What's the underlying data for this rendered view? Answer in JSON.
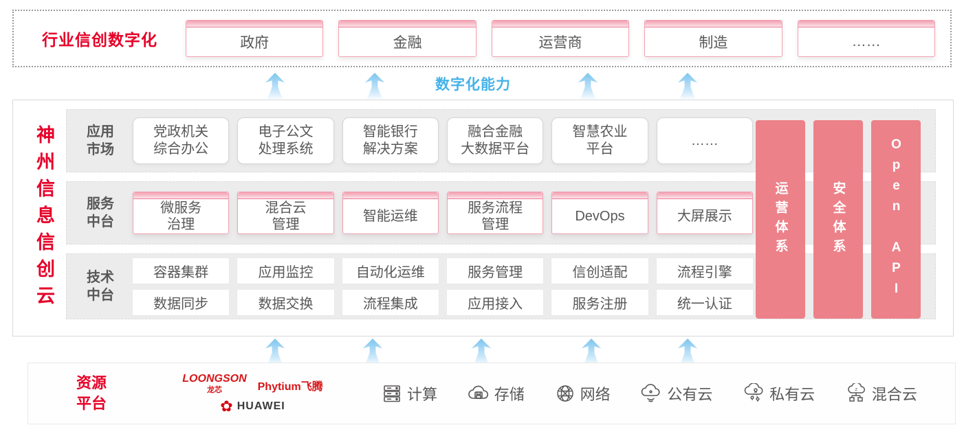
{
  "colors": {
    "brand_red": "#e60028",
    "pillar_pink": "#ec8189",
    "box_border_pink": "#f2a0b1",
    "capability_blue": "#45b2e8",
    "panel_gray": "#ececec",
    "text_dark": "#595757"
  },
  "top_band": {
    "label": "行业信创数字化",
    "items": [
      "政府",
      "金融",
      "运营商",
      "制造",
      "……"
    ]
  },
  "capability_caption": "数字化能力",
  "platform": {
    "vertical_title": "神州信息信创云",
    "rows": [
      {
        "label": "应用\n市场",
        "items": [
          "党政机关\n综合办公",
          "电子公文\n处理系统",
          "智能银行\n解决方案",
          "融合金融\n大数据平台",
          "智慧农业\n平台",
          "……"
        ]
      },
      {
        "label": "服务\n中台",
        "items": [
          "微服务\n治理",
          "混合云\n管理",
          "智能运维",
          "服务流程\n管理",
          "DevOps",
          "大屏展示"
        ]
      },
      {
        "label": "技术\n中台",
        "items_row1": [
          "容器集群",
          "应用监控",
          "自动化运维",
          "服务管理",
          "信创适配",
          "流程引擎"
        ],
        "items_row2": [
          "数据同步",
          "数据交换",
          "流程集成",
          "应用接入",
          "服务注册",
          "统一认证"
        ]
      }
    ],
    "pillars": [
      "运营体系",
      "安全体系",
      "Open API"
    ]
  },
  "resources": {
    "label": "资源\n平台",
    "vendors": {
      "loongson_en": "LOONGSON",
      "loongson_cn": "龙芯",
      "phytium": "Phytium飞腾",
      "huawei": "HUAWEI",
      "huawei_flower": "✿"
    },
    "items": [
      {
        "icon": "compute-server-icon",
        "label": "计算"
      },
      {
        "icon": "storage-cloud-icon",
        "label": "存储"
      },
      {
        "icon": "network-globe-icon",
        "label": "网络"
      },
      {
        "icon": "public-cloud-icon",
        "label": "公有云"
      },
      {
        "icon": "private-cloud-icon",
        "label": "私有云"
      },
      {
        "icon": "hybrid-cloud-icon",
        "label": "混合云"
      }
    ]
  }
}
